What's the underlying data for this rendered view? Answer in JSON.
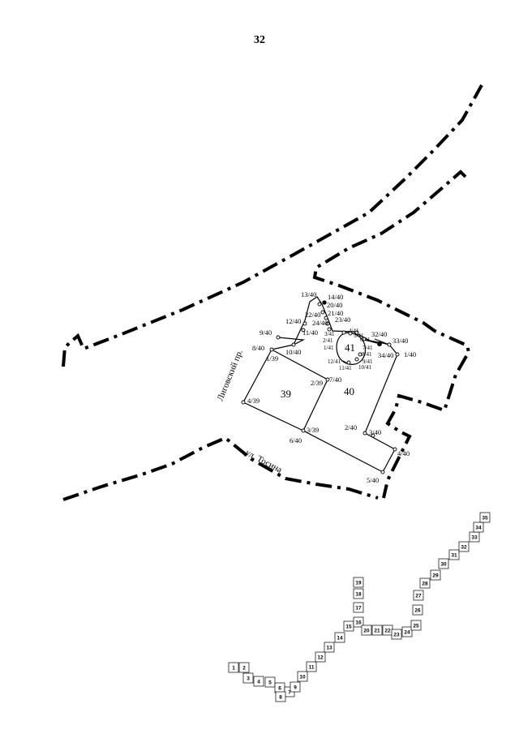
{
  "page_number": "32",
  "streets": {
    "ligovsky": "Лиговский пр.",
    "tosina": "ул. Тосина"
  },
  "plots": [
    {
      "id": "39",
      "label": "39"
    },
    {
      "id": "40",
      "label": "40"
    },
    {
      "id": "41",
      "label": "41"
    }
  ],
  "survey_points": [
    "13/40",
    "14/40",
    "20/40",
    "21/40",
    "22/40",
    "12/40",
    "23/40",
    "24/40",
    "11/40",
    "9/40",
    "8/40",
    "10/40",
    "1/39",
    "3/41",
    "4/41",
    "2/41",
    "5/41",
    "6/41",
    "1/41",
    "7/41",
    "8/41",
    "12/41",
    "9/41",
    "11/41",
    "10/41",
    "32/40",
    "33/40",
    "34/40",
    "1/40",
    "2/39",
    "7/40",
    "4/39",
    "3/39",
    "6/40",
    "2/40",
    "3/40",
    "4/40",
    "5/40"
  ],
  "index_sheets": [
    "1",
    "2",
    "3",
    "4",
    "5",
    "6",
    "7",
    "8",
    "9",
    "10",
    "11",
    "12",
    "13",
    "14",
    "15",
    "16",
    "17",
    "18",
    "19",
    "20",
    "21",
    "22",
    "23",
    "24",
    "25",
    "26",
    "27",
    "28",
    "29",
    "30",
    "31",
    "32",
    "33",
    "34",
    "35"
  ],
  "highlighted_sheet": "32"
}
